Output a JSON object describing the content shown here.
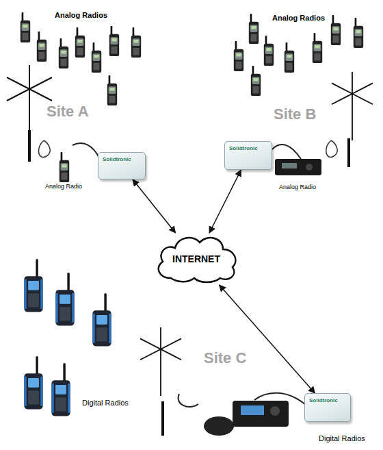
{
  "diagram": {
    "nodes": [
      {
        "text": [
          "Solidtronic"
        ]
      },
      {
        "text": [
          "Solidtronic"
        ]
      },
      {
        "text": [
          "INTERNET"
        ]
      },
      {
        "text": [
          "Solidtronic"
        ]
      }
    ],
    "edges": [
      {
        "from": 0,
        "to": 2,
        "arrow": "both"
      },
      {
        "from": 1,
        "to": 2,
        "arrow": "both"
      },
      {
        "from": 2,
        "to": 3,
        "arrow": "both"
      }
    ],
    "labels": [
      "Analog Radios",
      "Analog Radios",
      "Site A",
      "Site B",
      "Analog Radio",
      "Analog Radio",
      "Digital Radios",
      "Site C",
      "Digital Radios"
    ]
  }
}
